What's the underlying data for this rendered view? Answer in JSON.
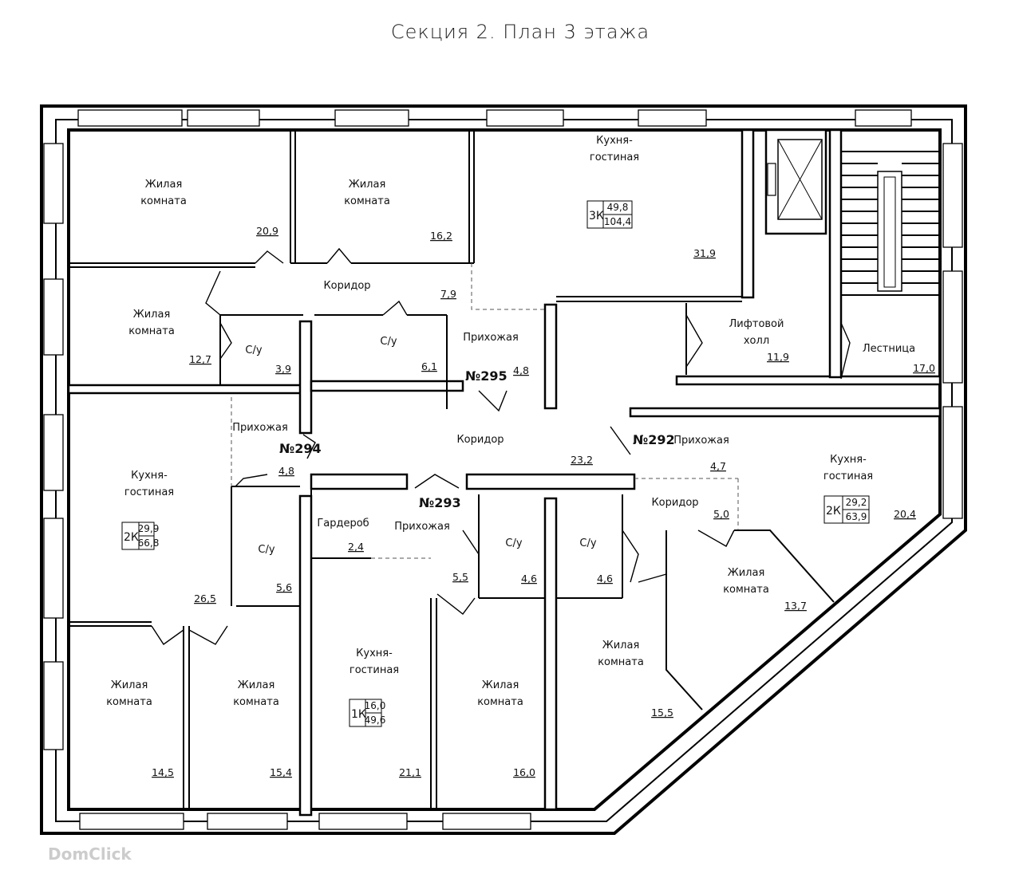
{
  "title": "Секция 2. План 3 этажа",
  "apartments": [
    {
      "number": "№295",
      "rooms_code": "3К",
      "living_area": "49,8",
      "total_area": "104,4"
    },
    {
      "number": "№294",
      "rooms_code": "2К",
      "living_area": "29,9",
      "total_area": "66,8"
    },
    {
      "number": "№293",
      "rooms_code": "1К",
      "living_area": "16,0",
      "total_area": "49,6"
    },
    {
      "number": "№292",
      "rooms_code": "2К",
      "living_area": "29,2",
      "total_area": "63,9"
    }
  ],
  "rooms": [
    {
      "label": [
        "Жилая",
        "комната"
      ],
      "area": "20,9"
    },
    {
      "label": [
        "Жилая",
        "комната"
      ],
      "area": "16,2"
    },
    {
      "label": [
        "Кухня-",
        "гостиная"
      ],
      "area": "31,9"
    },
    {
      "label": [
        "Коридор"
      ],
      "area": "7,9"
    },
    {
      "label": [
        "Жилая",
        "комната"
      ],
      "area": "12,7"
    },
    {
      "label": [
        "С/у"
      ],
      "area": "3,9"
    },
    {
      "label": [
        "С/у"
      ],
      "area": "6,1"
    },
    {
      "label": [
        "Прихожая"
      ],
      "area": "4,8"
    },
    {
      "label": [
        "Лифтовой",
        "холл"
      ],
      "area": "11,9"
    },
    {
      "label": [
        "Лестница"
      ],
      "area": "17,0"
    },
    {
      "label": [
        "Прихожая"
      ],
      "area": "4,8"
    },
    {
      "label": [
        "Коридор"
      ],
      "area": "23,2"
    },
    {
      "label": [
        "Прихожая"
      ],
      "area": "4,7"
    },
    {
      "label": [
        "Кухня-",
        "гостиная"
      ],
      "area": "20,4"
    },
    {
      "label": [
        "Кухня-",
        "гостиная"
      ],
      "area": "26,5"
    },
    {
      "label": [
        "С/у"
      ],
      "area": "5,6"
    },
    {
      "label": [
        "Гардероб"
      ],
      "area": "2,4"
    },
    {
      "label": [
        "Прихожая"
      ],
      "area": "5,5"
    },
    {
      "label": [
        "С/у"
      ],
      "area": "4,6"
    },
    {
      "label": [
        "С/у"
      ],
      "area": "4,6"
    },
    {
      "label": [
        "Коридор"
      ],
      "area": "5,0"
    },
    {
      "label": [
        "Жилая",
        "комната"
      ],
      "area": "13,7"
    },
    {
      "label": [
        "Жилая",
        "комната"
      ],
      "area": "15,5"
    },
    {
      "label": [
        "Жилая",
        "комната"
      ],
      "area": "14,5"
    },
    {
      "label": [
        "Жилая",
        "комната"
      ],
      "area": "15,4"
    },
    {
      "label": [
        "Кухня-",
        "гостиная"
      ],
      "area": "21,1"
    },
    {
      "label": [
        "Жилая",
        "комната"
      ],
      "area": "16,0"
    }
  ],
  "watermark": "DomClick",
  "colors": {
    "wall": "#000000",
    "background": "#ffffff",
    "dashed": "#555555"
  }
}
